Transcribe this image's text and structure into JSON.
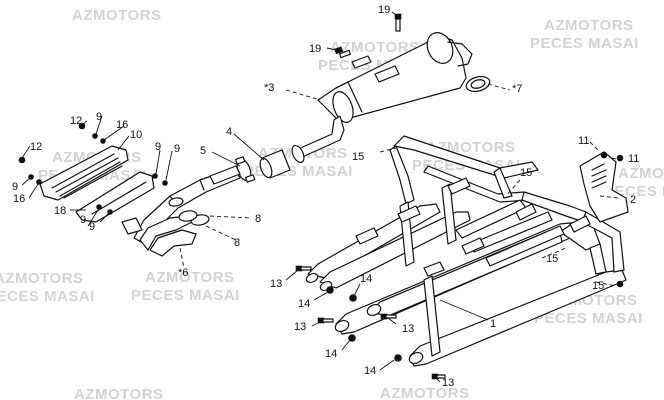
{
  "watermark": {
    "line1": "AZMOTORS",
    "line2": "PECES MASAI",
    "color": "#d2d2d2"
  },
  "callouts": [
    {
      "id": "c19a",
      "text": "19"
    },
    {
      "id": "c19b",
      "text": "19"
    },
    {
      "id": "c3",
      "text": "*3"
    },
    {
      "id": "c7",
      "text": "*7"
    },
    {
      "id": "c12a",
      "text": "12"
    },
    {
      "id": "c9a",
      "text": "9"
    },
    {
      "id": "c16a",
      "text": "16"
    },
    {
      "id": "c10",
      "text": "10"
    },
    {
      "id": "c12b",
      "text": "12"
    },
    {
      "id": "c9b",
      "text": "9"
    },
    {
      "id": "c9c",
      "text": "9"
    },
    {
      "id": "c9d",
      "text": "9"
    },
    {
      "id": "c16b",
      "text": "16"
    },
    {
      "id": "c18",
      "text": "18"
    },
    {
      "id": "c9e",
      "text": "9"
    },
    {
      "id": "c9f",
      "text": "9"
    },
    {
      "id": "c4",
      "text": "4"
    },
    {
      "id": "c5",
      "text": "5"
    },
    {
      "id": "c15a",
      "text": "15"
    },
    {
      "id": "c8a",
      "text": "8"
    },
    {
      "id": "c8b",
      "text": "8"
    },
    {
      "id": "c6",
      "text": "*6"
    },
    {
      "id": "c11a",
      "text": "11"
    },
    {
      "id": "c11b",
      "text": "11"
    },
    {
      "id": "c2",
      "text": "2"
    },
    {
      "id": "c15b",
      "text": "15"
    },
    {
      "id": "c15c",
      "text": "15"
    },
    {
      "id": "c15d",
      "text": "15"
    },
    {
      "id": "c13a",
      "text": "13"
    },
    {
      "id": "c14a",
      "text": "14"
    },
    {
      "id": "c14b",
      "text": "14"
    },
    {
      "id": "c13b",
      "text": "13"
    },
    {
      "id": "c13c",
      "text": "13"
    },
    {
      "id": "c1",
      "text": "1"
    },
    {
      "id": "c14c",
      "text": "14"
    },
    {
      "id": "c14d",
      "text": "14"
    },
    {
      "id": "c13d",
      "text": "13"
    }
  ]
}
